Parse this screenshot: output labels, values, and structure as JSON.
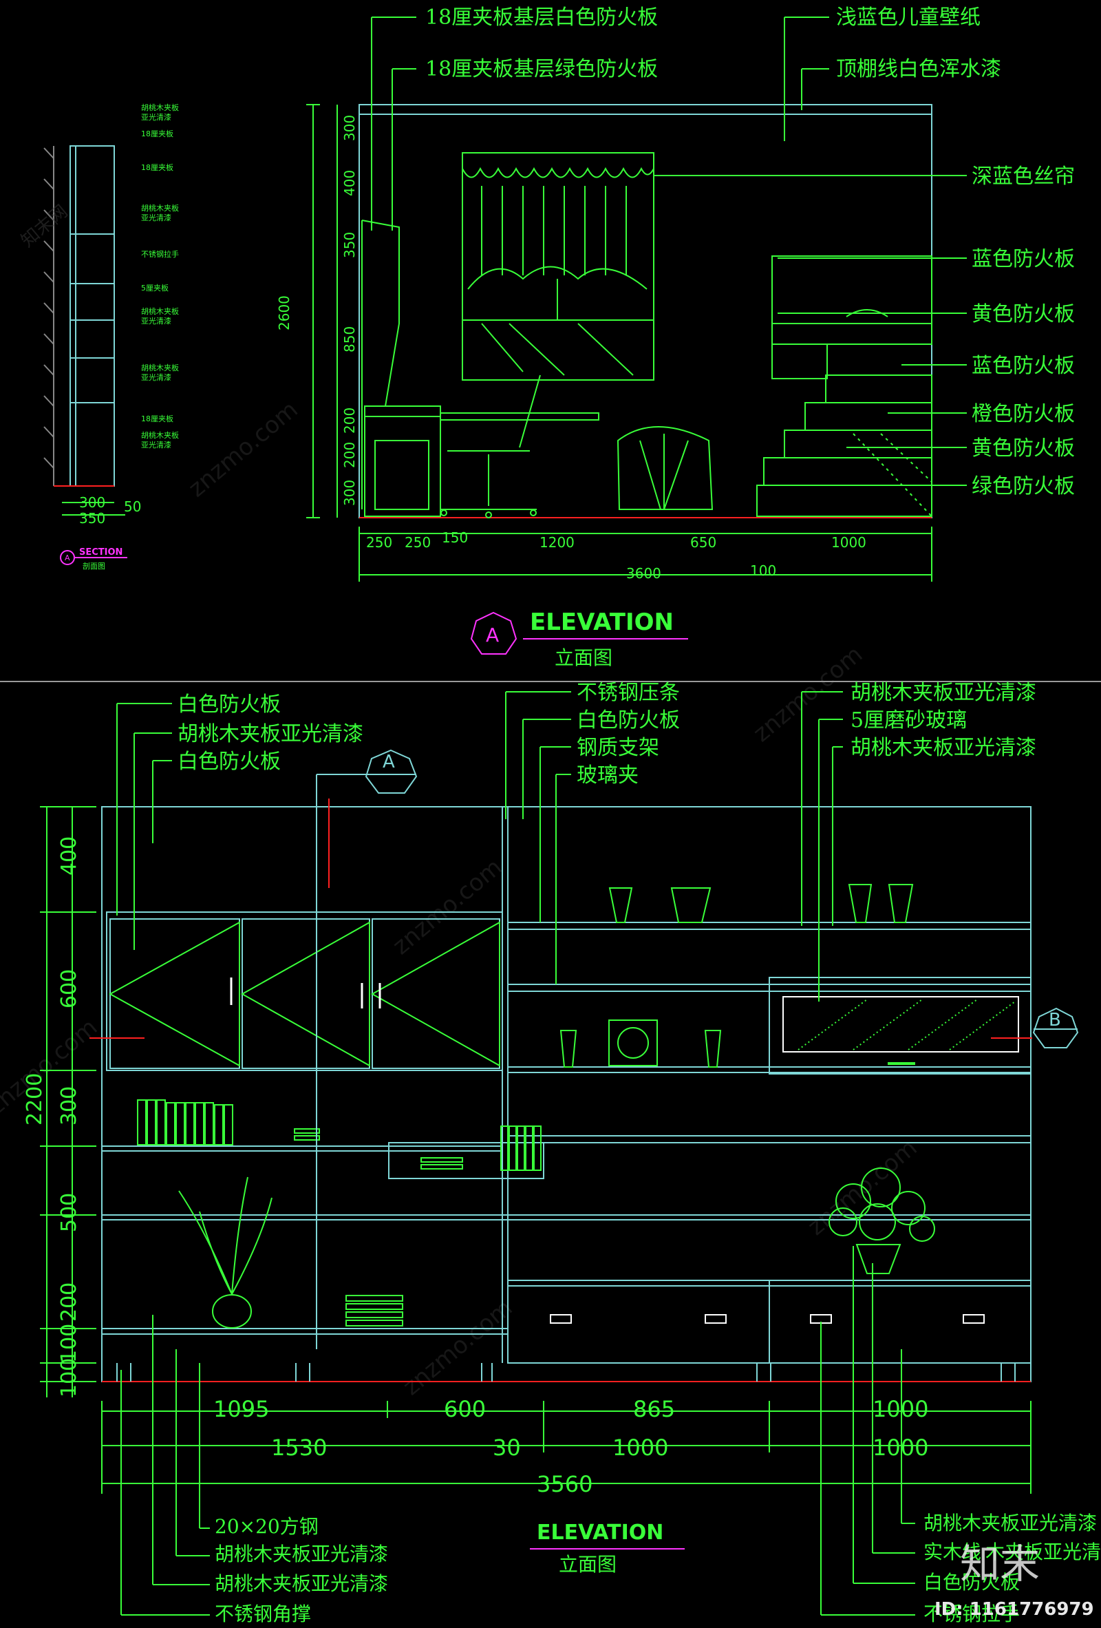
{
  "top": {
    "labels_left": [
      "18厘夹板基层白色防火板",
      "18厘夹板基层绿色防火板"
    ],
    "labels_right": [
      "浅蓝色儿童壁纸",
      "顶棚线白色浑水漆",
      "深蓝色丝帘",
      "蓝色防火板",
      "黄色防火板",
      "蓝色防火板",
      "橙色防火板",
      "黄色防火板",
      "绿色防火板"
    ],
    "vertical_dims": [
      "300",
      "400",
      "350",
      "850",
      "200",
      "200",
      "300"
    ],
    "total_height": "2600",
    "horizontal_dims": [
      "250",
      "250",
      "150",
      "1200",
      "650",
      "1000"
    ],
    "total_width": "3600",
    "extra_dim": "100",
    "section": {
      "labels": [
        "胡桃木夹板",
        "亚光清漆",
        "18厘夹板",
        "18厘夹板",
        "胡桃木夹板",
        "亚光清漆",
        "不锈钢拉手",
        "5厘夹板",
        "胡桃木夹板",
        "亚光清漆",
        "胡桃木夹板",
        "亚光清漆",
        "18厘夹板",
        "胡桃木夹板",
        "亚光清漆"
      ],
      "dims": [
        "300",
        "350",
        "50"
      ],
      "marker": "A",
      "title": "SECTION",
      "subtitle": "剖面图"
    },
    "marker": "A",
    "title": "ELEVATION",
    "subtitle": "立面图"
  },
  "bottom": {
    "labels_top_left": [
      "白色防火板",
      "胡桃木夹板亚光清漆",
      "白色防火板"
    ],
    "labels_top_mid": [
      "不锈钢压条",
      "白色防火板",
      "钢质支架",
      "玻璃夹"
    ],
    "labels_top_right": [
      "胡桃木夹板亚光清漆",
      "5厘磨砂玻璃",
      "胡桃木夹板亚光清漆"
    ],
    "marker_a": "A",
    "marker_b": "B",
    "vertical_dims": [
      "400",
      "600",
      "300",
      "500",
      "200",
      "100",
      "100"
    ],
    "total_height": "2200",
    "row1_dims": [
      "1095",
      "600",
      "865",
      "1000"
    ],
    "row2_dims": [
      "1530",
      "30",
      "1000",
      "1000"
    ],
    "total_width": "3560",
    "labels_bottom_left": [
      "20×20方钢",
      "胡桃木夹板亚光清漆",
      "胡桃木夹板亚光清漆",
      "不锈钢角撑"
    ],
    "labels_bottom_right": [
      "胡桃木夹板亚光清漆",
      "实木线",
      "木夹板亚光清漆",
      "白色防火板",
      "不锈钢拉手"
    ],
    "title": "ELEVATION",
    "subtitle": "立面图"
  },
  "watermark": {
    "logo": "知末",
    "id": "ID: 1161776979",
    "site": "znzmo.com",
    "site_cn": "知末网"
  },
  "colors": {
    "line": "#39ff39",
    "cyan": "#7fd7d7",
    "accent": "#ff33ff",
    "red": "#ff2020"
  }
}
